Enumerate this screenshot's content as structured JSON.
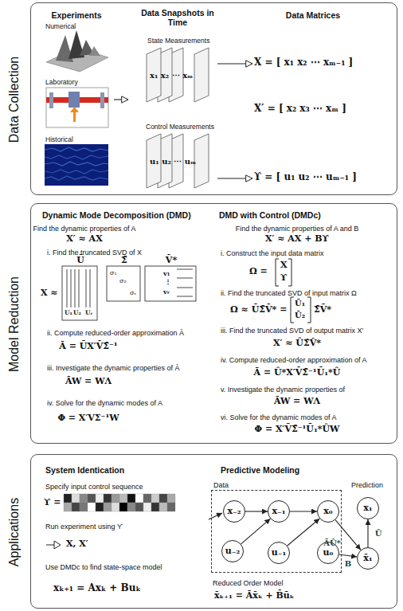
{
  "diagram": {
    "nodes": [
      {
        "text": [
          "Data Collection"
        ]
      },
      {
        "text": [
          "Experiments"
        ],
        "in": 0
      },
      {
        "text": [
          "Numerical"
        ],
        "in": 1
      },
      {
        "text": [
          "Laboratory"
        ],
        "in": 1
      },
      {
        "text": [
          "Historical"
        ],
        "in": 1
      },
      {
        "text": [
          "Data Snapshots in Time"
        ],
        "in": 0
      },
      {
        "text": [
          "State Measurements",
          "x₁ x₂ ⋯ xₘ"
        ],
        "in": 5
      },
      {
        "text": [
          "Control Measurements",
          "u₁ u₂ ⋯ uₘ"
        ],
        "in": 5
      },
      {
        "text": [
          "Data Matrices"
        ],
        "in": 0
      },
      {
        "text": [
          "X = [ x₁ x₂ ⋯ xₘ₋₁ ]"
        ],
        "in": 8
      },
      {
        "text": [
          "X′ = [ x₂ x₃ ⋯ xₘ ]"
        ],
        "in": 8
      },
      {
        "text": [
          "ϒ = [ u₁ u₂ ⋯ uₘ₋₁ ]"
        ],
        "in": 8
      },
      {
        "text": [
          "Model Reduction"
        ]
      },
      {
        "text": [
          "Dynamic Mode Decomposition (DMD)",
          "Find the dynamic properties of A",
          "X′ ≈ AX",
          "i. Find the truncated SVD of X",
          "Ū",
          "Σ̄",
          "V̄*",
          "X ≈",
          "U₁",
          "U₂",
          "Uᵣ",
          "σ₁",
          "σ₂",
          "σᵣ",
          "v₁",
          "⋮",
          "vᵣ",
          "ii. Compute reduced-order approximation Ā",
          "Ā = ŪX′V̄Σ̄⁻¹",
          "iii. Investigate the dynamic properties of Ā",
          "ĀW = WΛ",
          "iv. Solve for the dynamic modes of A",
          "Φ = X′VΣ⁻¹W"
        ],
        "in": 12
      },
      {
        "text": [
          "DMD with Control (DMDc)",
          "Find the dynamic properties of A and B",
          "X′ ≈ AX + Bϒ",
          "i. Construct the input data matrix",
          "Ω =",
          "X",
          "ϒ",
          "ii. Find the truncated SVD of input matrix Ω",
          "Ω ≈ ŪΣ̄V̄* =",
          "Ū₁",
          "Ū₂",
          "Σ̄V̄*",
          "iii. Find the truncated SVD of output matrix X′",
          "X′ ≈ ÛΣ̂V̂*",
          "iv. Compute reduced-order approximation of A",
          "Ā = Û*X′V̄Σ̄⁻¹Ū₁*Û",
          "v. Investigate the dynamic properties of",
          "ĀW = WΛ",
          "vi. Solve for the dynamic modes of A",
          "Φ = X′V̄Σ̄⁻¹Ū₁*ÛW"
        ],
        "in": 12
      },
      {
        "text": [
          "Applications"
        ]
      },
      {
        "text": [
          "System Identication",
          "Specify input control sequence",
          "ϒ =",
          "Run experiment using ϒ",
          "X, X′",
          "Use DMDc to find state-space model",
          "xₖ₊₁ = Axₖ + Buₖ"
        ],
        "in": 15
      },
      {
        "text": [
          "Predictive Modeling",
          "Prediction",
          "Reduced Order Model",
          "x̄ₖ₊₁ = Āx̄ₖ + B̄ūₖ"
        ],
        "in": 15
      },
      {
        "text": [
          "Data"
        ],
        "in": 17
      },
      {
        "text": [
          "x₋₂"
        ],
        "in": 18
      },
      {
        "text": [
          "x₋₁"
        ],
        "in": 18
      },
      {
        "text": [
          "x₀"
        ],
        "in": 18
      },
      {
        "text": [
          "u₋₂"
        ],
        "in": 18
      },
      {
        "text": [
          "u₋₁"
        ],
        "in": 18
      },
      {
        "text": [
          "u₀"
        ],
        "in": 18
      },
      {
        "text": [
          "x₁"
        ],
        "in": 17
      },
      {
        "text": [
          "x̄₁"
        ],
        "in": 17
      }
    ],
    "edges": [
      {
        "from": 1,
        "to": 5,
        "arrow": "to"
      },
      {
        "from": 6,
        "to": 9,
        "arrow": "to"
      },
      {
        "from": 7,
        "to": 11,
        "arrow": "to"
      },
      {
        "from": 19,
        "to": 20,
        "arrow": "to"
      },
      {
        "from": 20,
        "to": 21,
        "arrow": "to"
      },
      {
        "from": 22,
        "to": 20,
        "arrow": "to"
      },
      {
        "from": 23,
        "to": 21,
        "arrow": "to"
      },
      {
        "from": 21,
        "to": 26,
        "label": "ĀÛ*",
        "arrow": "to"
      },
      {
        "from": 24,
        "to": 26,
        "label": "B",
        "arrow": "to"
      },
      {
        "from": 26,
        "to": 25,
        "label": "Û",
        "arrow": "to"
      }
    ]
  }
}
